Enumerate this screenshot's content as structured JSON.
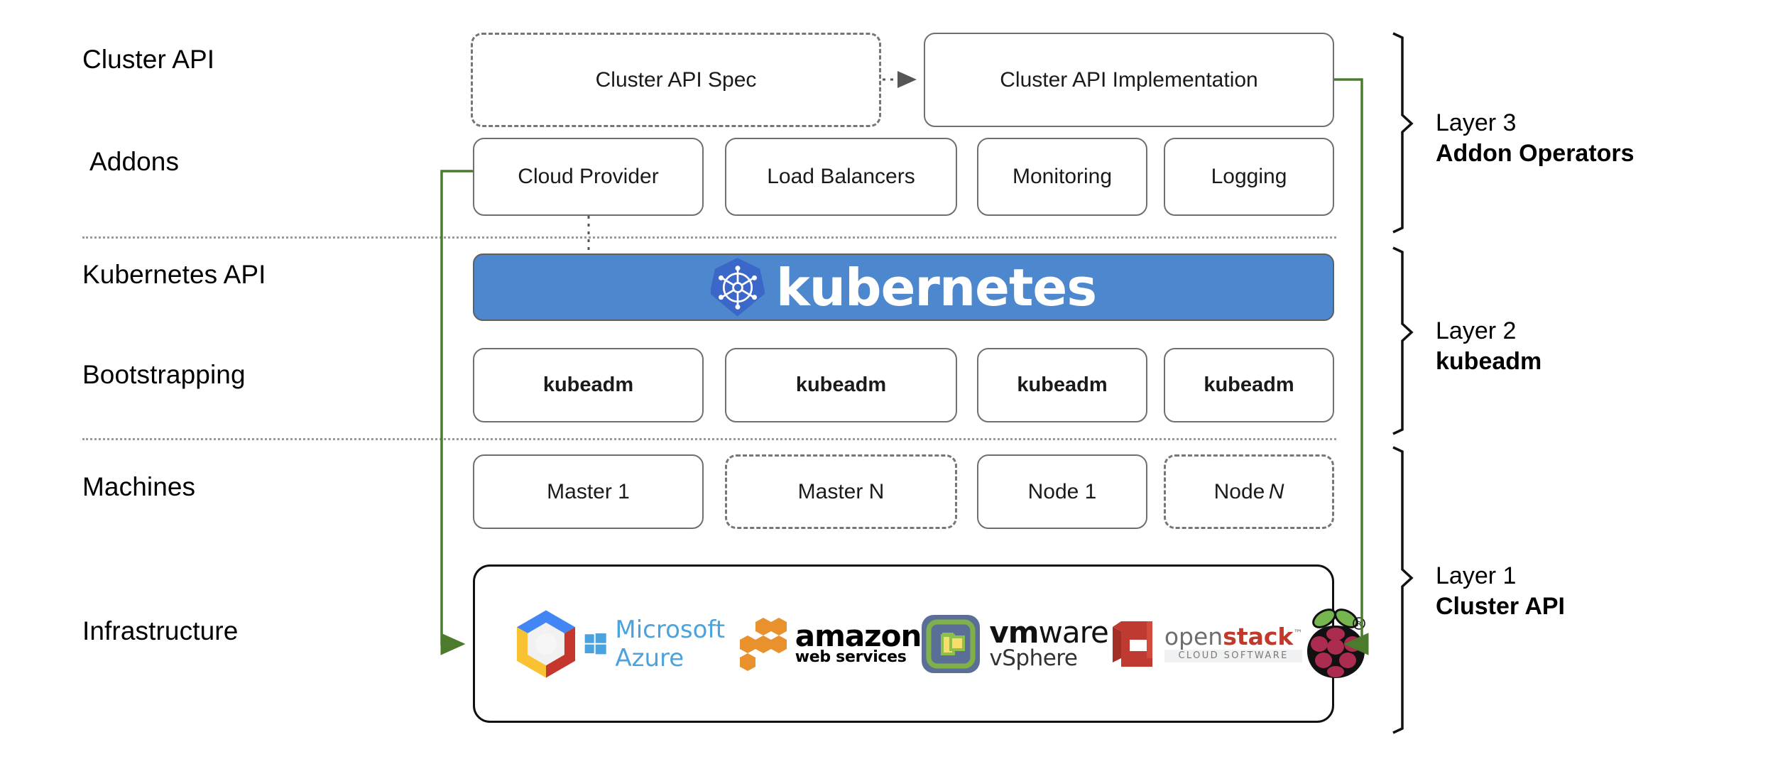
{
  "diagram": {
    "title": "Kubernetes Cluster API layered architecture",
    "row_labels": [
      {
        "id": "cluster-api",
        "text": "Cluster API"
      },
      {
        "id": "addons",
        "text": "Addons"
      },
      {
        "id": "kubernetes-api",
        "text": "Kubernetes API"
      },
      {
        "id": "bootstrapping",
        "text": "Bootstrapping"
      },
      {
        "id": "machines",
        "text": "Machines"
      },
      {
        "id": "infrastructure",
        "text": "Infrastructure"
      }
    ],
    "cluster_api_row": [
      {
        "id": "cluster-api-spec",
        "text": "Cluster API Spec",
        "style": "dashed"
      },
      {
        "id": "cluster-api-implementation",
        "text": "Cluster API Implementation",
        "style": "solid"
      }
    ],
    "addons_row": [
      {
        "id": "cloud-provider",
        "text": "Cloud Provider"
      },
      {
        "id": "load-balancers",
        "text": "Load Balancers"
      },
      {
        "id": "monitoring",
        "text": "Monitoring"
      },
      {
        "id": "logging",
        "text": "Logging"
      }
    ],
    "kubernetes_banner": {
      "wordmark": "kubernetes",
      "background_color": "#4d87cd",
      "logo_color": "#3a67c8",
      "text_color": "#ffffff"
    },
    "bootstrapping_row": [
      {
        "id": "kubeadm-1",
        "text": "kubeadm"
      },
      {
        "id": "kubeadm-2",
        "text": "kubeadm"
      },
      {
        "id": "kubeadm-3",
        "text": "kubeadm"
      },
      {
        "id": "kubeadm-4",
        "text": "kubeadm"
      }
    ],
    "machines_row": [
      {
        "id": "master-1",
        "text": "Master 1",
        "style": "solid"
      },
      {
        "id": "master-n",
        "text": "Master N",
        "style": "dashed"
      },
      {
        "id": "node-1",
        "text": "Node 1",
        "style": "solid"
      },
      {
        "id": "node-n",
        "text": "Node ",
        "italic_suffix": "N",
        "style": "dashed"
      }
    ],
    "infrastructure_logos": [
      {
        "id": "google-cloud-platform",
        "name": "Google Cloud Platform"
      },
      {
        "id": "microsoft-azure",
        "name": "Microsoft Azure",
        "text": "Microsoft Azure"
      },
      {
        "id": "amazon-web-services",
        "name": "Amazon Web Services",
        "text_primary": "amazon",
        "text_secondary": "web services"
      },
      {
        "id": "vmware-vsphere",
        "name": "VMware vSphere",
        "text_primary": "vm",
        "text_primary_rest": "ware",
        "text_secondary": "vSphere"
      },
      {
        "id": "openstack",
        "name": "OpenStack",
        "text_primary": "open",
        "text_primary_rest": "stack",
        "text_secondary": "CLOUD SOFTWARE"
      },
      {
        "id": "raspberry-pi",
        "name": "Raspberry Pi"
      }
    ],
    "layers": [
      {
        "id": "layer-3",
        "label": "Layer 3",
        "name": "Addon Operators"
      },
      {
        "id": "layer-2",
        "label": "Layer 2",
        "name": "kubeadm"
      },
      {
        "id": "layer-1",
        "label": "Layer 1",
        "name": "Cluster API"
      }
    ],
    "colors": {
      "connector_green": "#4d7b2e",
      "box_border": "#6f6f6f",
      "separator": "#9a9a9a"
    }
  }
}
